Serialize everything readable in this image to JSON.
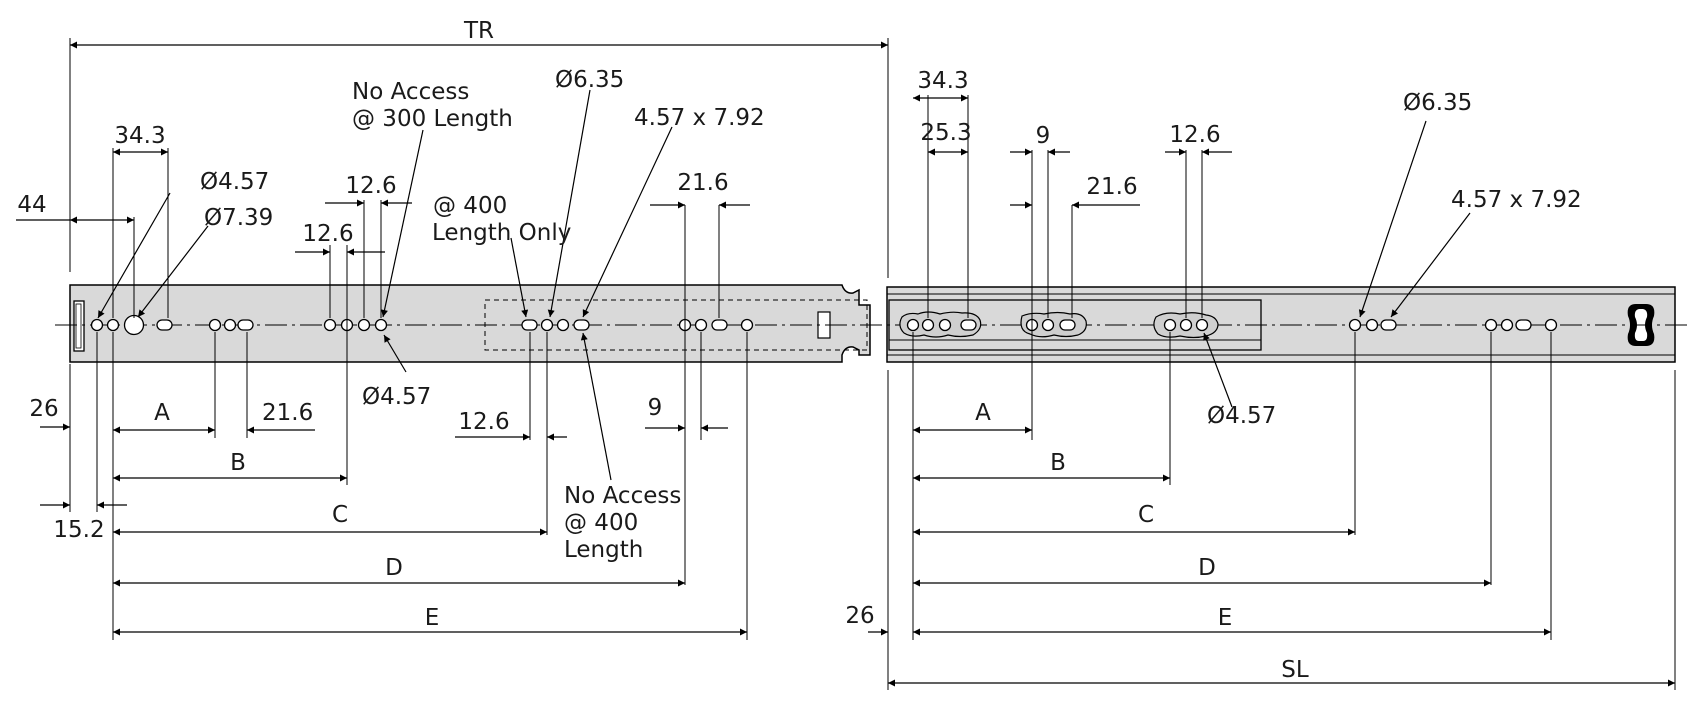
{
  "labels": {
    "tr": "TR",
    "sl": "SL",
    "left_44": "44",
    "left_34_3": "34.3",
    "left_d4_57_top": "Ø4.57",
    "left_d7_39": "Ø7.39",
    "left_12_6_a": "12.6",
    "left_12_6_b": "12.6",
    "no_access_300_line1": "No Access",
    "no_access_300_line2": "@ 300 Length",
    "at_400_line1": "@ 400",
    "at_400_line2": "Length Only",
    "left_d6_35": "Ø6.35",
    "left_slot": "4.57 x 7.92",
    "left_21_6_top": "21.6",
    "left_26": "26",
    "left_15_2": "15.2",
    "left_A": "A",
    "left_21_6_low": "21.6",
    "left_d4_57_low": "Ø4.57",
    "left_12_6_low": "12.6",
    "left_9": "9",
    "left_B": "B",
    "left_C": "C",
    "no_access_400_line1": "No Access",
    "no_access_400_line2": "@ 400",
    "no_access_400_line3": "Length",
    "left_D": "D",
    "left_E": "E",
    "right_34_3": "34.3",
    "right_25_3": "25.3",
    "right_9": "9",
    "right_21_6": "21.6",
    "right_12_6": "12.6",
    "right_d6_35": "Ø6.35",
    "right_slot": "4.57 x 7.92",
    "right_d4_57": "Ø4.57",
    "right_A": "A",
    "right_B": "B",
    "right_C": "C",
    "right_D": "D",
    "right_E": "E",
    "right_26": "26"
  },
  "colors": {
    "rail_fill": "#d9d9d9",
    "line": "#000000",
    "text": "#1a1a1a"
  }
}
